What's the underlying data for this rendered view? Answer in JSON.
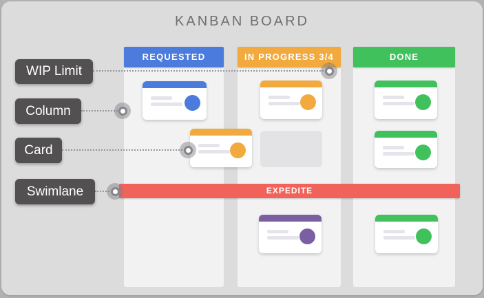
{
  "title": "KANBAN BOARD",
  "board": {
    "columns": [
      {
        "label": "REQUESTED",
        "color": "blue"
      },
      {
        "label": "IN PROGRESS 3/4",
        "color": "orange",
        "wip_limit": "3/4"
      },
      {
        "label": "DONE",
        "color": "green"
      }
    ],
    "swimlane_label": "EXPEDITE",
    "cards": [
      {
        "column": "REQUESTED",
        "color": "blue",
        "row": 1
      },
      {
        "column": "IN PROGRESS 3/4",
        "color": "orange",
        "row": 1
      },
      {
        "column": "between REQUESTED and IN PROGRESS",
        "color": "orange",
        "row": 2,
        "note": "example card pointed to by Card callout"
      },
      {
        "column": "IN PROGRESS 3/4",
        "color": "empty-slot",
        "row": 2
      },
      {
        "column": "DONE",
        "color": "green",
        "row": 1
      },
      {
        "column": "DONE",
        "color": "green",
        "row": 2
      },
      {
        "column": "IN PROGRESS 3/4",
        "color": "purple",
        "row": "expedite"
      },
      {
        "column": "DONE",
        "color": "green",
        "row": "expedite"
      }
    ]
  },
  "callouts": {
    "wip_limit": "WIP Limit",
    "column": "Column",
    "card": "Card",
    "swimlane": "Swimlane"
  },
  "colors": {
    "blue": "#4a7bdd",
    "orange": "#f2a93d",
    "green": "#40c15c",
    "red": "#f0625a",
    "purple": "#7a5fa3",
    "label": "#535052",
    "panel": "#dcdcdd",
    "column": "#f2f2f3",
    "outer": "#b2b2b3",
    "slot": "#e3e3e5",
    "cardline": "#e4e4ea",
    "connector": "#96969a",
    "title": "#6f6f72"
  }
}
